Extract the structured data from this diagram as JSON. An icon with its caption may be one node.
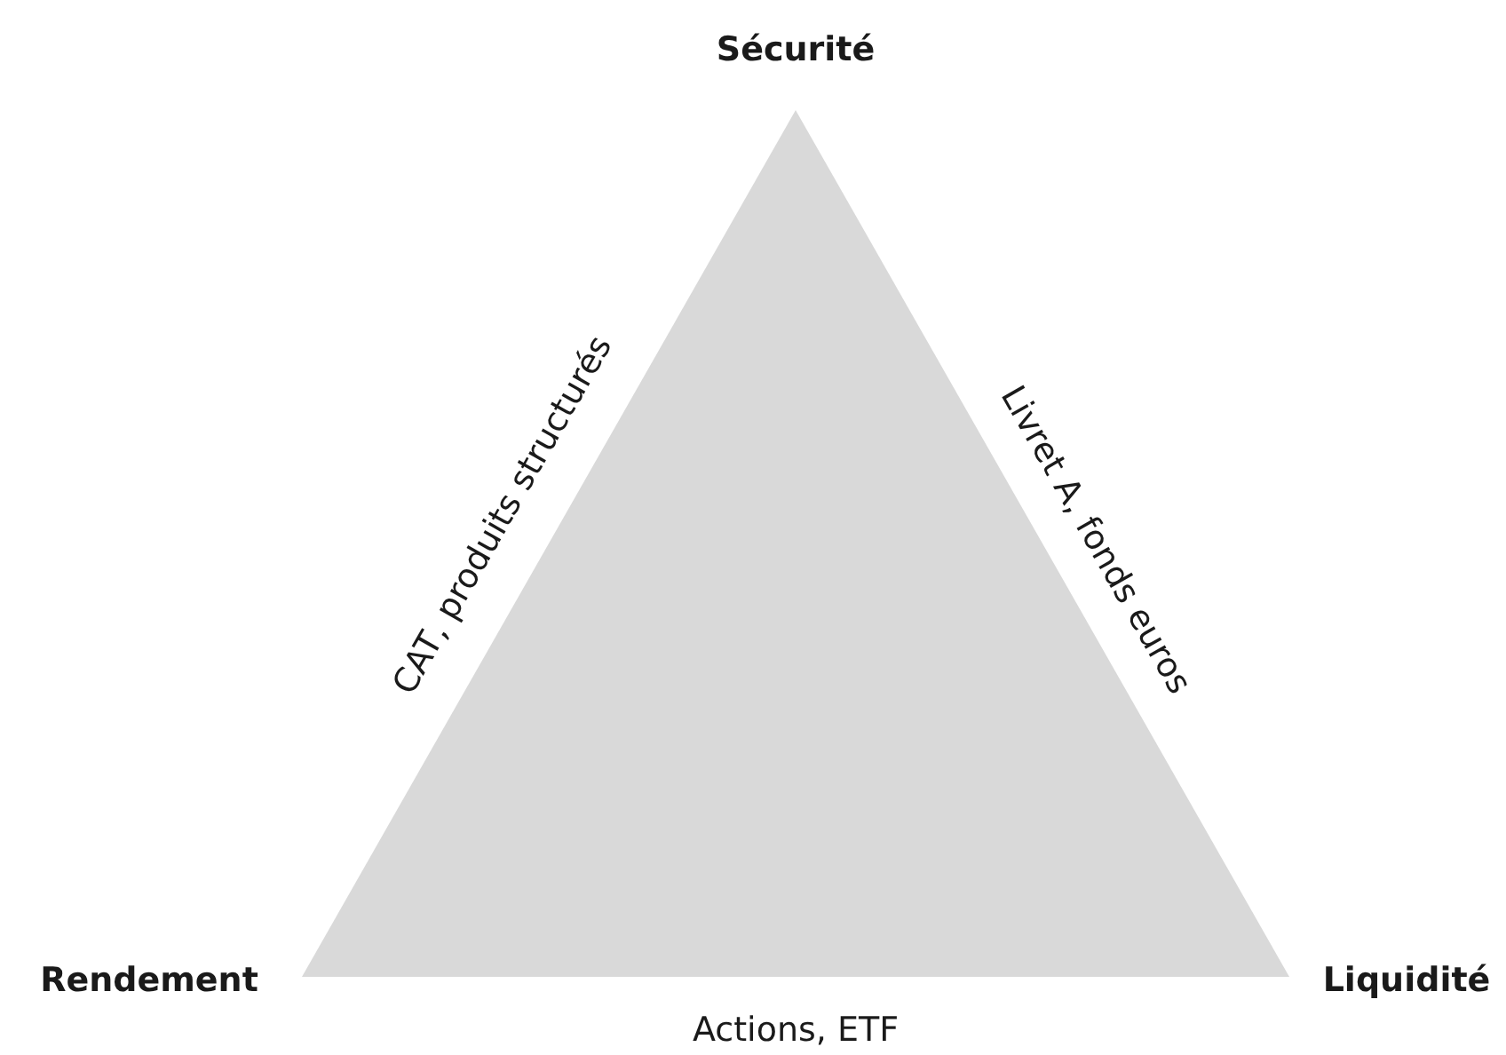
{
  "diagram": {
    "nodes": [
      {
        "text": [],
        "shape": "triangle"
      }
    ],
    "labels": [
      "Sécurité",
      "CAT, produits structurés",
      "Livret A, fonds euros",
      "Rendement",
      "Liquidité",
      "Actions, ETF"
    ]
  }
}
